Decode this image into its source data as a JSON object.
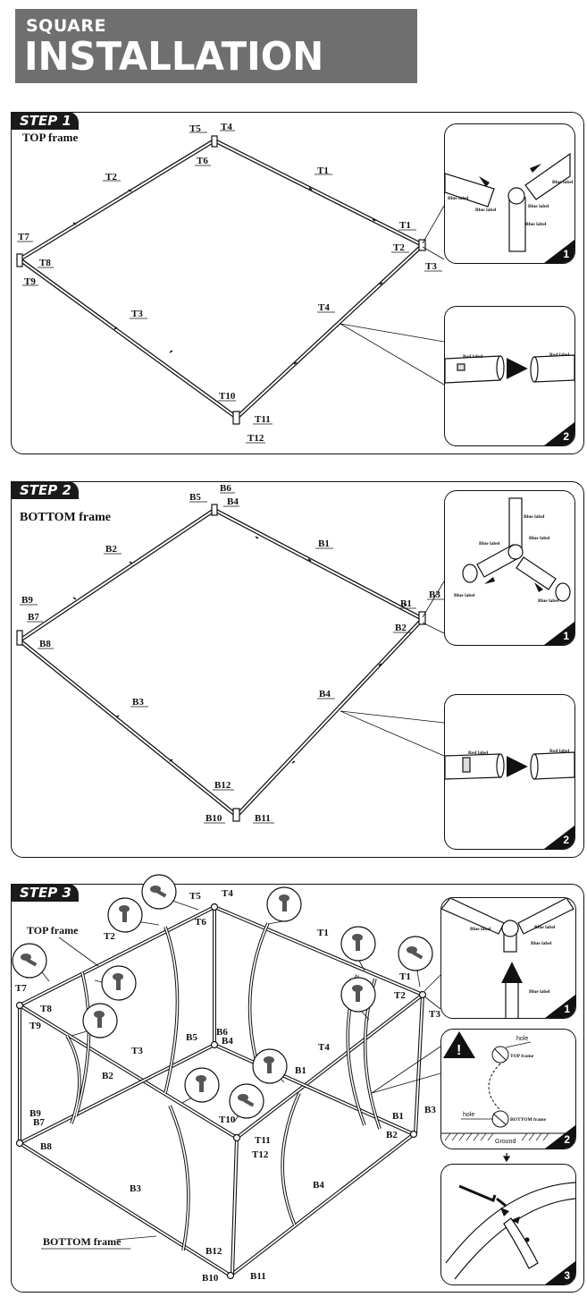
{
  "header": {
    "subtitle": "SQUARE",
    "title": "INSTALLATION STEPS"
  },
  "step1": {
    "tag": "STEP 1",
    "frame_label": "TOP frame",
    "labels": [
      "T1",
      "T2",
      "T3",
      "T4",
      "T5",
      "T6",
      "T7",
      "T8",
      "T9",
      "T10",
      "T11",
      "T12"
    ],
    "inset1": {
      "num": "1",
      "labels": [
        "Blue label",
        "Blue label",
        "Blue label",
        "Blue label",
        "Blue label"
      ]
    },
    "inset2": {
      "num": "2",
      "labels": [
        "Red label",
        "Red label"
      ]
    }
  },
  "step2": {
    "tag": "STEP 2",
    "frame_label": "BOTTOM frame",
    "labels": [
      "B1",
      "B2",
      "B3",
      "B4",
      "B5",
      "B6",
      "B7",
      "B8",
      "B9",
      "B10",
      "B11",
      "B12"
    ],
    "inset1": {
      "num": "1",
      "labels": [
        "Blue label",
        "Blue label",
        "Blue label",
        "Blue label",
        "Blue label"
      ]
    },
    "inset2": {
      "num": "2",
      "labels": [
        "Red label",
        "Red label"
      ]
    }
  },
  "step3": {
    "tag": "STEP 3",
    "top_frame_label": "TOP frame",
    "bottom_frame_label": "BOTTOM frame",
    "inset1": {
      "num": "1",
      "labels": [
        "Blue label",
        "Blue label",
        "Blue label",
        "Blue label"
      ]
    },
    "inset2": {
      "num": "2",
      "hole_top": "hole",
      "top_frame": "TOP frame",
      "hole_bottom": "hole",
      "bottom_frame": "BOTTOM frame",
      "ground": "Ground"
    },
    "inset3": {
      "num": "3"
    }
  },
  "colors": {
    "header_bg": "#6f6f6f",
    "ink": "#111111"
  }
}
